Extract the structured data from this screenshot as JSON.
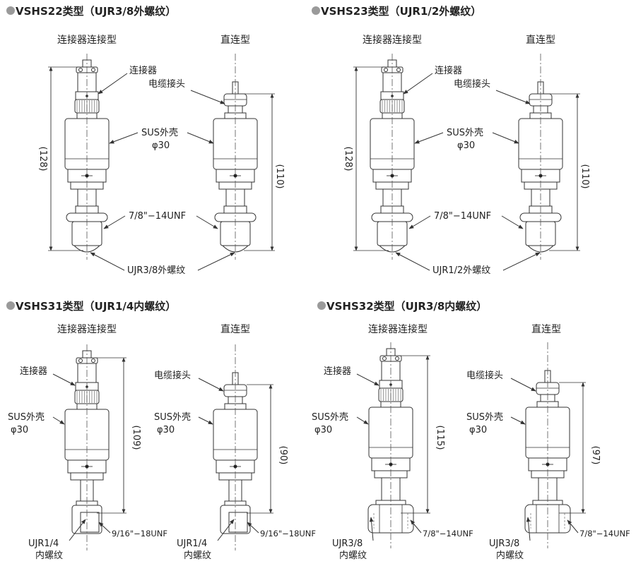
{
  "colors": {
    "bullet": "#9a9a9a",
    "line": "#333333"
  },
  "panels": [
    {
      "title": "VSHS22类型（UJR3/8外螺纹）",
      "connector_type": "连接器连接型",
      "direct_type": "直连型",
      "connector_label": "连接器",
      "cable_label": "电缆接头",
      "housing_label": "SUS外壳",
      "housing_dia": "φ30",
      "unf_label": "7/8\"−14UNF",
      "port_label": "UJR3/8外螺纹",
      "dim_connector": "(128)",
      "dim_direct": "(110)"
    },
    {
      "title": "VSHS23类型（UJR1/2外螺纹）",
      "connector_type": "连接器连接型",
      "direct_type": "直连型",
      "connector_label": "连接器",
      "cable_label": "电缆接头",
      "housing_label": "SUS外壳",
      "housing_dia": "φ30",
      "unf_label": "7/8\"−14UNF",
      "port_label": "UJR1/2外螺纹",
      "dim_connector": "(128)",
      "dim_direct": "(110)"
    },
    {
      "title": "VSHS31类型（UJR1/4内螺纹）",
      "connector_type": "连接器连接型",
      "direct_type": "直连型",
      "connector_label": "连接器",
      "cable_label": "电缆接头",
      "housing_label": "SUS外壳",
      "housing_dia": "φ30",
      "unf_label": "9/16\"−18UNF",
      "port_label_1": "UJR1/4",
      "port_label_2": "内螺纹",
      "dim_connector": "(109)",
      "dim_direct": "(90)"
    },
    {
      "title": "VSHS32类型（UJR3/8内螺纹）",
      "connector_type": "连接器连接型",
      "direct_type": "直连型",
      "connector_label": "连接器",
      "cable_label": "电缆接头",
      "housing_label": "SUS外壳",
      "housing_dia": "φ30",
      "unf_label": "7/8\"−14UNF",
      "port_label_1": "UJR3/8",
      "port_label_2": "内螺纹",
      "dim_connector": "(115)",
      "dim_direct": "(97)"
    }
  ]
}
